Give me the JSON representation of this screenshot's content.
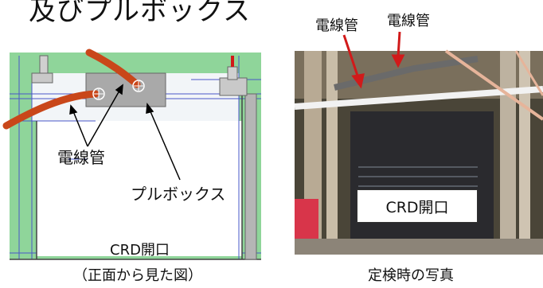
{
  "title": "及びプルボックス",
  "drawing": {
    "conduit_label": "電線管",
    "pullbox_label": "プルボックス",
    "opening_label": "CRD開口",
    "caption": "（正面から見た図）"
  },
  "photo": {
    "conduit_label_left": "電線管",
    "conduit_label_right": "電線管",
    "opening_label": "CRD開口",
    "caption": "定検時の写真"
  },
  "colors": {
    "drawing_green": "#8fd59a",
    "conduit_orange": "#c9471a",
    "pullbox_gray": "#a9a9a9",
    "arrow_red": "#d11a1a"
  }
}
